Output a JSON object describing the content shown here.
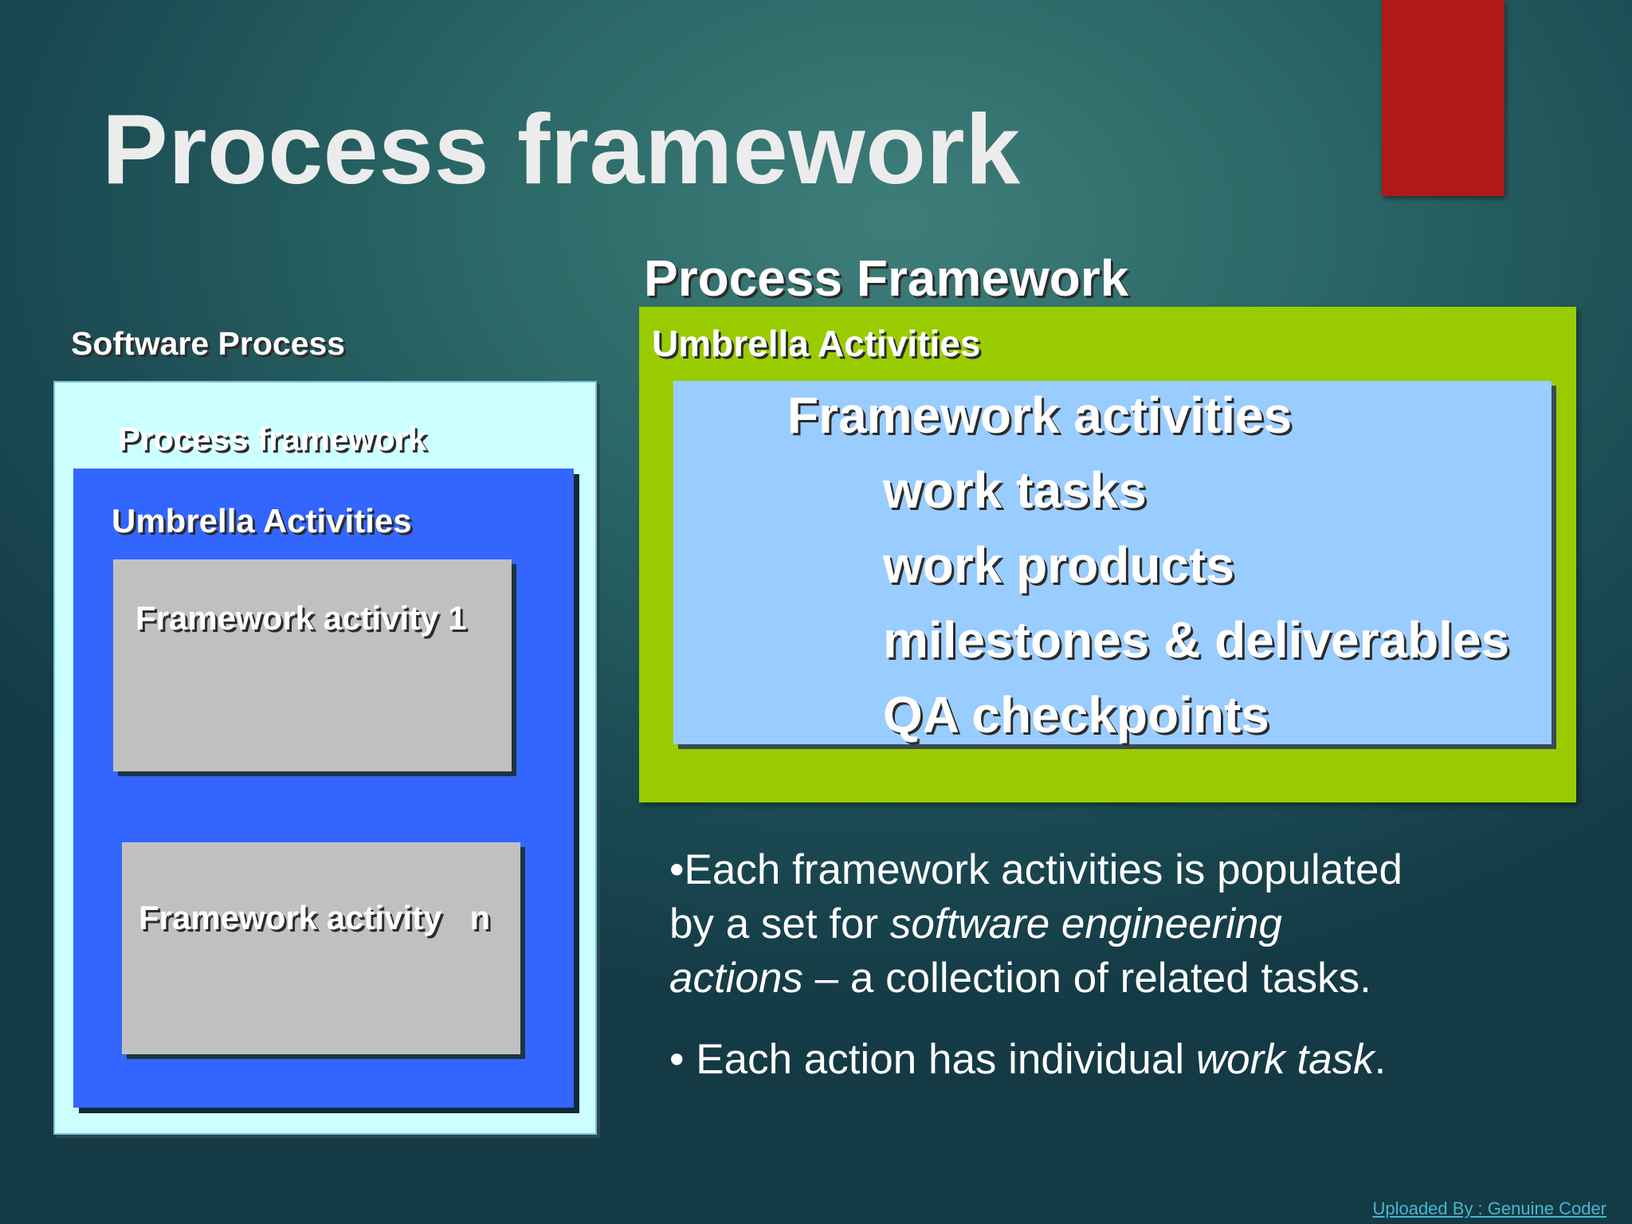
{
  "slide": {
    "title": "Process framework"
  },
  "left_diagram": {
    "software_process_label": "Software Process",
    "process_framework_label": "Process framework",
    "umbrella_activities_label": "Umbrella Activities",
    "framework_activities": [
      "Framework activity 1",
      "Framework activity   n"
    ]
  },
  "right_diagram": {
    "heading": "Process Framework",
    "umbrella_activities_label": "Umbrella Activities",
    "framework_activities_label": "Framework activities",
    "items": [
      "work tasks",
      "work products",
      "milestones & deliverables",
      "QA checkpoints"
    ]
  },
  "bullets": {
    "b1_line1": "•Each framework activities is populated",
    "b1_line2_pre": "by a set for ",
    "b1_line2_em": "software engineering",
    "b1_line3_em": "actions",
    "b1_line3_post": " – a collection of related tasks.",
    "b2_pre": "• Each action has individual ",
    "b2_em": "work task",
    "b2_post": "."
  },
  "footer": {
    "credit": "Uploaded By : Genuine Coder"
  },
  "colors": {
    "accent_red": "#b01919",
    "software_process_box": "#ccffff",
    "umbrella_box_left": "#3366ff",
    "framework_activity_box": "#c0c0c0",
    "umbrella_box_right": "#99cc00",
    "framework_box_right": "#99ccff",
    "credit_link": "#46b6d0"
  }
}
